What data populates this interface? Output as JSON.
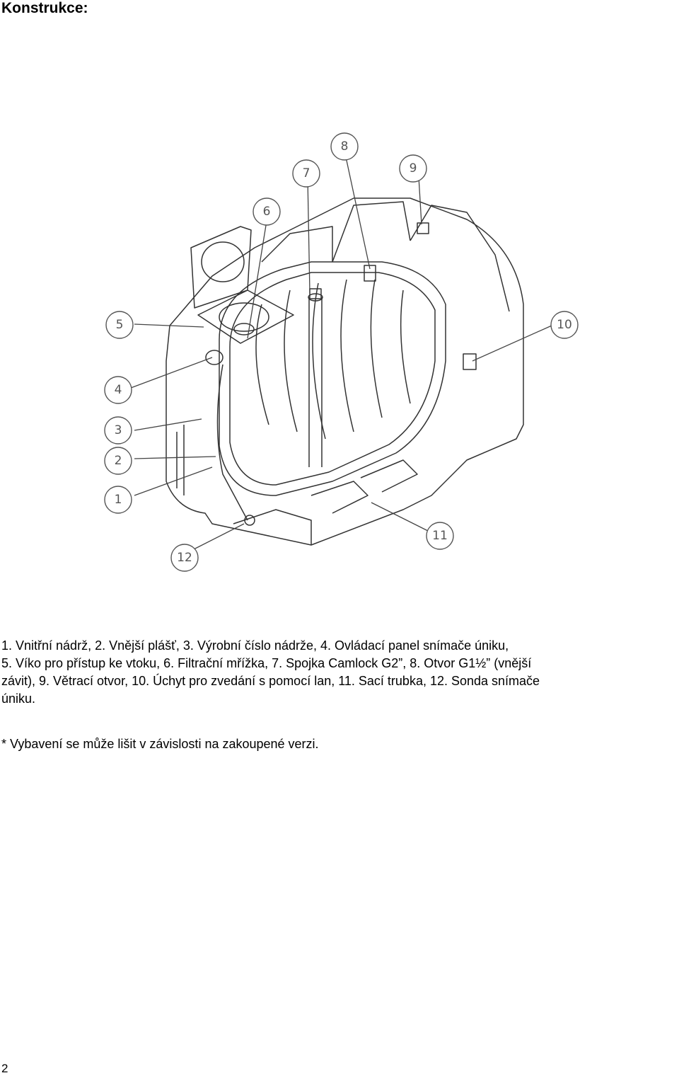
{
  "heading": "Konstrukce:",
  "callouts": [
    "1",
    "2",
    "3",
    "4",
    "5",
    "6",
    "7",
    "8",
    "9",
    "10",
    "11",
    "12"
  ],
  "legend": {
    "line1": "1. Vnitřní nádrž, 2. Vnější plášť, 3. Výrobní číslo nádrže, 4. Ovládací panel snímače úniku,",
    "line2": "5. Víko pro přístup ke vtoku, 6. Filtrační mřížka, 7. Spojka Camlock G2”, 8. Otvor G1½” (vnější",
    "line3": "závit), 9. Větrací otvor, 10. Úchyt pro zvedání s pomocí lan, 11. Sací trubka, 12. Sonda snímače",
    "line4": "úniku."
  },
  "note": "* Vybavení se může lišit v závislosti na zakoupené verzi.",
  "page_number": "2"
}
